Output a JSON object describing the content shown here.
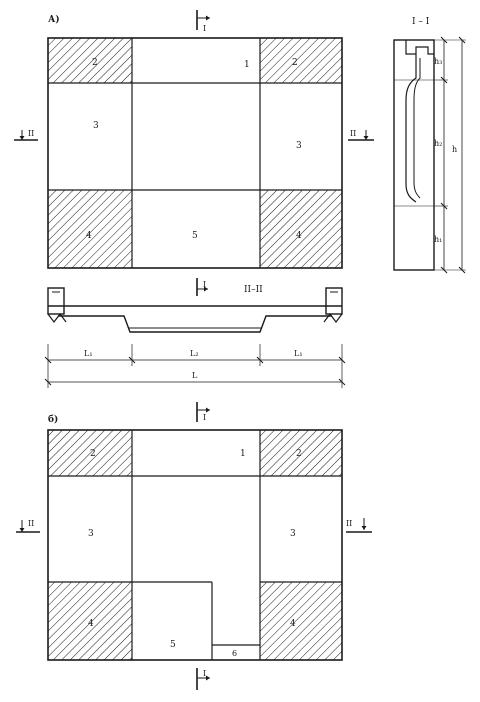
{
  "part_a": {
    "heading": "А)",
    "zones": {
      "z1": "1",
      "z2_left": "2",
      "z2_right": "2",
      "z3_left": "3",
      "z3_right": "3",
      "z4_left": "4",
      "z4_right": "4",
      "z5": "5"
    },
    "section_marks": {
      "top": "I",
      "left": "II",
      "right": "II",
      "bottom": "I"
    },
    "section_label": "II–II",
    "dims": {
      "l1_left": "L₁",
      "l2": "L₂",
      "l1_right": "L₁",
      "total": "L"
    }
  },
  "side_section": {
    "label": "I – I",
    "dims": {
      "h3": "h₃",
      "h2": "h₂",
      "h": "h",
      "h1": "h₁"
    }
  },
  "part_b": {
    "heading": "б)",
    "zones": {
      "z1": "1",
      "z2_left": "2",
      "z2_right": "2",
      "z3_left": "3",
      "z3_right": "3",
      "z4_left": "4",
      "z4_right": "4",
      "z5": "5",
      "z6": "6"
    },
    "section_marks": {
      "top": "I",
      "left": "II",
      "right": "II",
      "bottom": "I"
    }
  },
  "colors": {
    "ink": "#1a1a1a",
    "paper": "#ffffff"
  }
}
